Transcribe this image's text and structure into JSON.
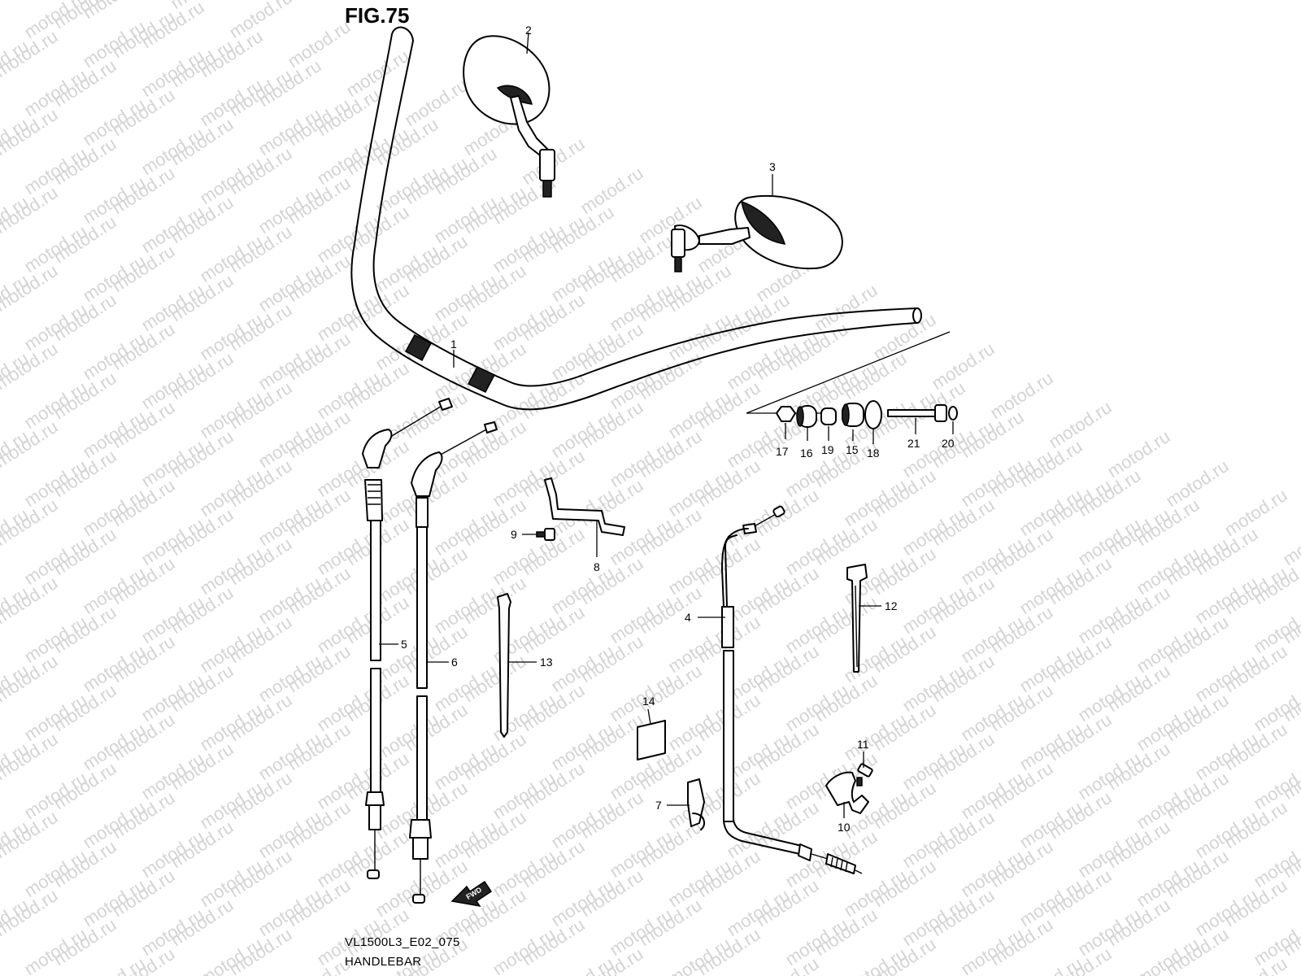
{
  "figure": {
    "title": "FIG.75",
    "code": "VL1500L3_E02_075",
    "name": "HANDLEBAR",
    "watermark": "motod.ru",
    "fwd_label": "FWD"
  },
  "callouts": [
    {
      "id": "c1",
      "label": "1"
    },
    {
      "id": "c2",
      "label": "2"
    },
    {
      "id": "c3",
      "label": "3"
    },
    {
      "id": "c4",
      "label": "4"
    },
    {
      "id": "c5",
      "label": "5"
    },
    {
      "id": "c6",
      "label": "6"
    },
    {
      "id": "c7",
      "label": "7"
    },
    {
      "id": "c8",
      "label": "8"
    },
    {
      "id": "c9",
      "label": "9"
    },
    {
      "id": "c10",
      "label": "10"
    },
    {
      "id": "c11",
      "label": "11"
    },
    {
      "id": "c12",
      "label": "12"
    },
    {
      "id": "c13",
      "label": "13"
    },
    {
      "id": "c14",
      "label": "14"
    },
    {
      "id": "c15",
      "label": "15"
    },
    {
      "id": "c16",
      "label": "16"
    },
    {
      "id": "c17",
      "label": "17"
    },
    {
      "id": "c18",
      "label": "18"
    },
    {
      "id": "c19",
      "label": "19"
    },
    {
      "id": "c20",
      "label": "20"
    },
    {
      "id": "c21",
      "label": "21"
    }
  ],
  "colors": {
    "line": "#000000",
    "watermark": "#d4d4d4",
    "background": "#ffffff"
  }
}
